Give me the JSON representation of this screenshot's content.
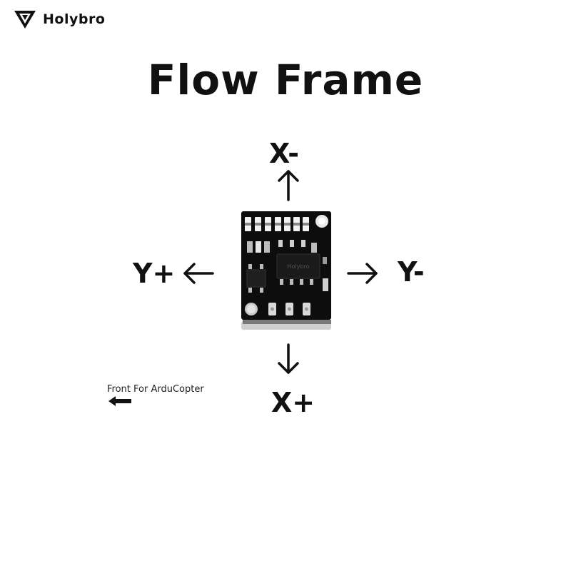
{
  "brand": {
    "name": "Holybro",
    "logo_icon": "holybro-shield-icon"
  },
  "title": "Flow Frame",
  "axes": {
    "up": "X-",
    "down": "X+",
    "left": "Y+",
    "right": "Y-"
  },
  "front_note": "Front For ArduCopter",
  "board": {
    "chip_label": "Holybro",
    "color": "#0d0d0d",
    "led_color": "#f2f2f2"
  },
  "colors": {
    "text": "#111111",
    "background": "#ffffff"
  }
}
